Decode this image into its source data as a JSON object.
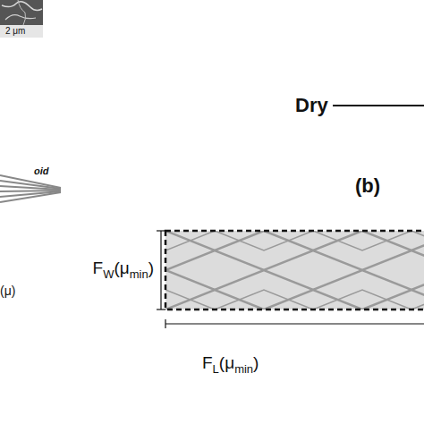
{
  "diagram": {
    "labels": [
      "2 μm",
      "oid",
      "(μ)",
      "Dry",
      "(b)",
      "F",
      "W",
      "(μ",
      "min",
      ")",
      "F",
      "L",
      "(μ",
      "min",
      ")"
    ]
  }
}
